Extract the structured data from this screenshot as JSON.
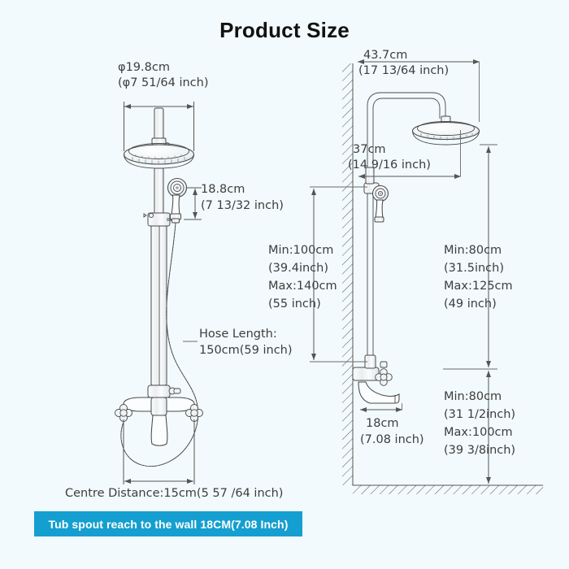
{
  "page": {
    "title": "Product Size",
    "background_color": "#f2fafd"
  },
  "banner": {
    "text": "Tub spout reach to the wall 18CM(7.08 Inch)",
    "background_color": "#159fd0",
    "text_color": "#ffffff"
  },
  "left_diagram": {
    "name": "front-view",
    "labels": {
      "shower_head_diameter_cm": "φ19.8cm",
      "shower_head_diameter_in": "(φ7 51/64 inch)",
      "handheld_height_cm": "18.8cm",
      "handheld_height_in": "(7 13/32 inch)",
      "hose_length_title": "Hose Length:",
      "hose_length_value": "150cm(59 inch)",
      "centre_distance": "Centre Distance:15cm(5 57 /64 inch)"
    }
  },
  "right_diagram": {
    "name": "side-view",
    "labels": {
      "total_height_cm": "43.7cm",
      "total_height_in": "(17 13/64 inch)",
      "arm_reach_cm": "37cm",
      "arm_reach_in": "(14 9/16 inch)",
      "riser_min_cm": "Min:100cm",
      "riser_min_in": "(39.4inch)",
      "riser_max_cm": "Max:140cm",
      "riser_max_in": "(55 inch)",
      "head_min_cm": "Min:80cm",
      "head_min_in": "(31.5inch)",
      "head_max_cm": "Max:125cm",
      "head_max_in": "(49 inch)",
      "spout_reach_cm": "18cm",
      "spout_reach_in": "(7.08 inch)",
      "spout_min_cm": "Min:80cm",
      "spout_min_in": "(31 1/2inch)",
      "spout_max_cm": "Max:100cm",
      "spout_max_in": "(39 3/8inch)"
    }
  }
}
